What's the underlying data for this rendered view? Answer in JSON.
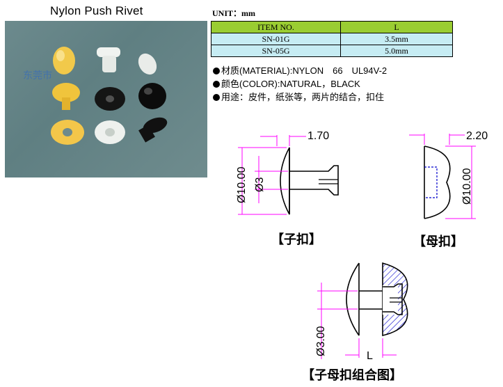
{
  "title": "Nylon Push Rivet",
  "watermark": "东莞市",
  "unit": "UNIT：mm",
  "table": {
    "headers": [
      "ITEM NO.",
      "L"
    ],
    "rows": [
      [
        "SN-01G",
        "3.5mm"
      ],
      [
        "SN-05G",
        "5.0mm"
      ]
    ]
  },
  "lines": {
    "material": "材质(MATERIAL):NYLON　66　UL94V-2",
    "color": "颜色(COLOR):NATURAL，BLACK",
    "usage": "用途：皮件，纸张等，两片的结合，扣住"
  },
  "diagrams": {
    "male": {
      "caption": "【子扣】",
      "dim_top": "1.70",
      "dim_outer": "Ø10.00",
      "dim_inner": "Ø3"
    },
    "female": {
      "caption": "【母扣】",
      "dim_top": "2.20",
      "dim_outer": "Ø10.00"
    },
    "combo": {
      "caption": "【子母扣组合图】",
      "dim_side": "Ø3.00",
      "dim_L": "L"
    }
  },
  "colors": {
    "table_header": "#9acd32",
    "table_cell": "#c6ecf3",
    "dim_line": "#ff00ff",
    "hatch": "#0000cc"
  }
}
